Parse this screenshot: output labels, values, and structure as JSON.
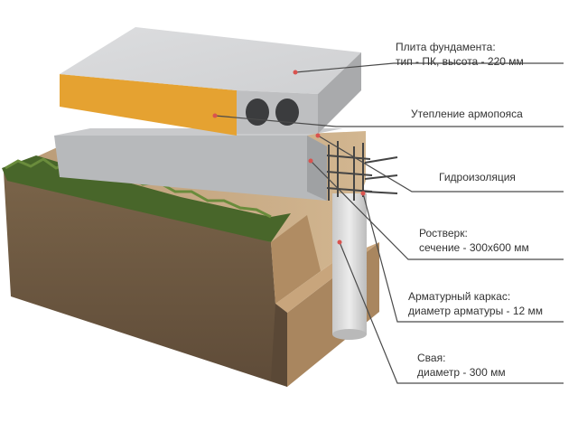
{
  "labels": {
    "slab": {
      "line1": "Плита фундамента:",
      "line2": "тип - ПК, высота - 220 мм"
    },
    "insulation": {
      "line1": "Утепление армопояса"
    },
    "waterproofing": {
      "line1": "Гидроизоляция"
    },
    "grillage": {
      "line1": "Ростверк:",
      "line2": "сечение - 300х600 мм"
    },
    "rebar_cage": {
      "line1": "Арматурный каркас:",
      "line2": "диаметр арматуры - 12 мм"
    },
    "pile": {
      "line1": "Свая:",
      "line2": "диаметр - 300 мм"
    }
  },
  "colors": {
    "slab": "#d6d7d8",
    "insulation": "#e8a634",
    "grillage": "#b4b6b8",
    "soil_front": "#6e5a43",
    "soil_top": "#c2a27f",
    "grass": "#4c6a2c",
    "pile": "#dcdcdc",
    "rebar": "#444444",
    "leader": "#4a4a4a",
    "dot": "#d9534f"
  }
}
